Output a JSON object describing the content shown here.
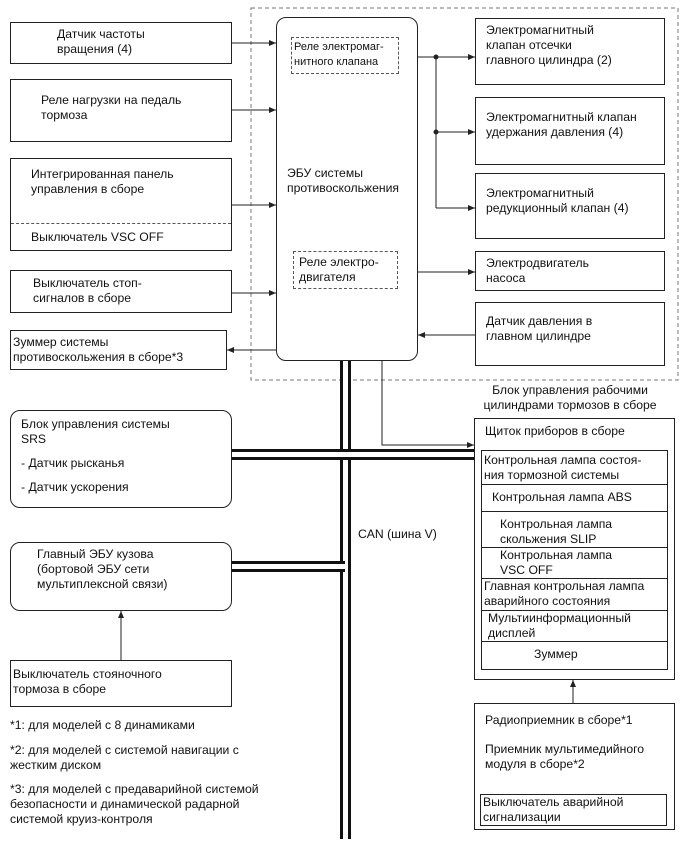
{
  "left_boxes": {
    "speed_sensor": "Датчик частоты\nвращения (4)",
    "stop_relay": "Реле нагрузки на педаль\nтормоза",
    "panel": "Интегрированная панель\nуправления в сборе",
    "vsc_off_switch": "Выключатель VSC OFF",
    "stop_switch": "Выключатель стоп-\nсигналов в сборе",
    "buzzer": "Зуммер системы\nпротивоскольжения в сборе*3"
  },
  "ecu": {
    "title": "ЭБУ системы\nпротивоскольжения",
    "solenoid_relay": "Реле электромаг-\nнитного клапана",
    "motor_relay": "Реле электро-\nдвигателя"
  },
  "right_boxes": {
    "cut_valve": "Электромагнитный\nклапан отсечки\nглавного цилиндра (2)",
    "hold_valve": "Электромагнитный клапан\nудержания давления (4)",
    "reduce_valve": "Электромагнитный\nредукционный клапан (4)",
    "pump_motor": "Электродвигатель\nнасоса",
    "pressure_sensor": "Датчик давления в\nглавном цилиндре"
  },
  "actuator_label": "Блок управления рабочими\nцилиндрами тормозов в сборе",
  "srs": {
    "title": "Блок управления системы\nSRS",
    "yaw": "- Датчик рысканья",
    "accel": "- Датчик ускорения"
  },
  "body_ecu": "Главный ЭБУ кузова\n(бортовой ЭБУ сети\nмультиплексной связи)",
  "parking_switch": "Выключатель стояночного\nтормоза в сборе",
  "can_label": "CAN (шина V)",
  "meter": {
    "title": "Щиток приборов в сборе",
    "items": [
      "Контрольная лампа состоя-\nния тормозной системы",
      "Контрольная лампа ABS",
      "Контрольная лампа\nскольжения SLIP",
      "Контрольная лампа\nVSC OFF",
      "Главная контрольная лампа\nаварийного состояния",
      "Мультиинформационный\nдисплей",
      "Зуммер"
    ]
  },
  "radio": {
    "radio": "Радиоприемник в сборе*1",
    "multimedia": "Приемник мультимедийного\nмодуля в сборе*2",
    "hazard": "Выключатель аварийной\nсигнализации"
  },
  "notes": [
    "*1: для моделей с 8 динамиками",
    "*2: для моделей с системой навигации с\nжестким диском",
    "*3: для моделей с предаварийной системой\nбезопасности и динамической радарной\nсистемой круиз-контроля"
  ]
}
